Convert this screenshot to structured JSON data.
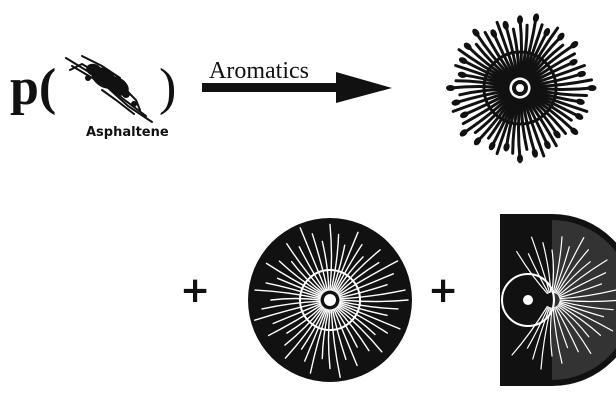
{
  "diagram": {
    "prefix": "p(",
    "close_paren": ")",
    "molecule_label": "Asphaltene",
    "arrow_label": "Aromatics",
    "plus_1": "+",
    "plus_2": "+"
  },
  "colors": {
    "ink": "#111111",
    "paper": "#ffffff"
  }
}
